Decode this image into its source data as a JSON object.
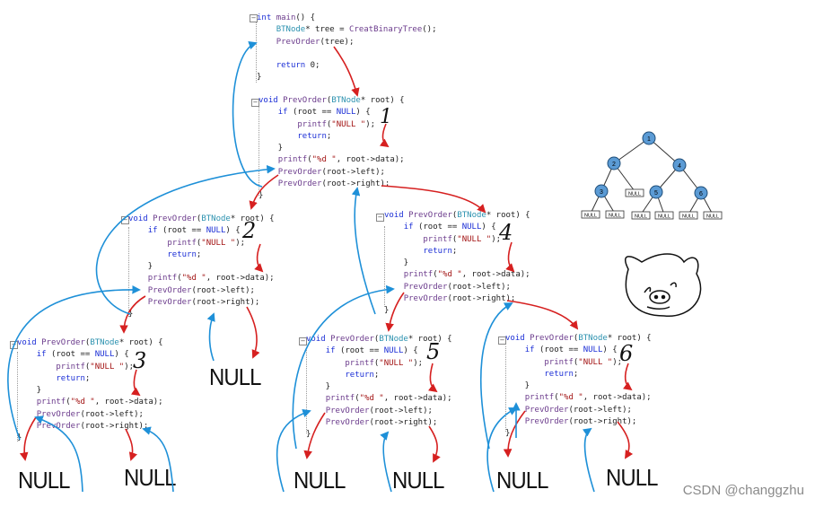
{
  "main_code": {
    "lines": [
      "int main() {",
      "    BTNode* tree = CreatBinaryTree();",
      "    PrevOrder(tree);",
      "",
      "    return 0;",
      "}"
    ]
  },
  "func_code": {
    "lines": [
      "void PrevOrder(BTNode* root) {",
      "    if (root == NULL) {",
      "        printf(\"NULL \");",
      "        return;",
      "    }",
      "    printf(\"%d \", root->data);",
      "    PrevOrder(root->left);",
      "    PrevOrder(root->right);",
      "}"
    ]
  },
  "step_numbers": [
    "1",
    "2",
    "3",
    "4",
    "5",
    "6"
  ],
  "null_label": "NULL",
  "tree": {
    "nodes": [
      "1",
      "2",
      "3",
      "4",
      "5",
      "6"
    ],
    "null_label": "NULL",
    "node_color": "#5b9bd5"
  },
  "colors": {
    "call_arrow": "#d62020",
    "return_arrow": "#1e90d8"
  },
  "watermark": "CSDN @changgzhu"
}
